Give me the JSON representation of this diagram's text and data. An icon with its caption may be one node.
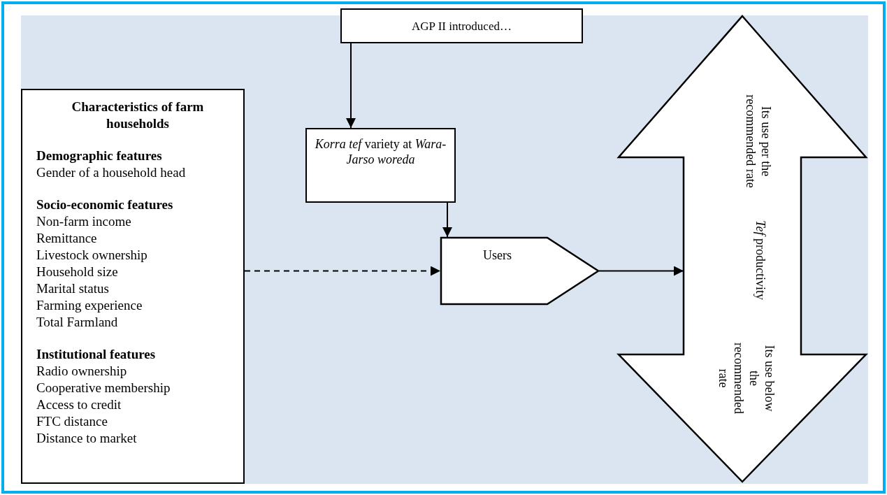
{
  "diagram": {
    "nodes": [
      {
        "text": [
          "AGP II introduced…"
        ]
      },
      {
        "text": [
          "Characteristics of farm households",
          "Demographic features",
          "Gender of a household head",
          "Socio-economic features",
          "Non-farm income",
          "Remittance",
          "Livestock ownership",
          "Household size",
          "Marital status",
          "Farming experience",
          "Total Farmland",
          "Institutional features",
          "Radio ownership",
          "Cooperative membership",
          "Access to credit",
          "FTC distance",
          "Distance to market"
        ]
      },
      {
        "text": [
          "*Korra tef* variety at *Wara-Jarso woreda*"
        ]
      },
      {
        "text": [
          "Users"
        ]
      },
      {
        "text": [
          "Its use per the recommended rate",
          "*Tef* productivity",
          "Its use below the recommended rate"
        ]
      }
    ],
    "edges": [
      {
        "from": 0,
        "to": 2,
        "arrow": "to"
      },
      {
        "from": 2,
        "to": 3,
        "arrow": "to"
      },
      {
        "from": 1,
        "to": 3,
        "arrow": "to",
        "style": "dashed"
      },
      {
        "from": 3,
        "to": 4,
        "arrow": "to"
      }
    ]
  }
}
